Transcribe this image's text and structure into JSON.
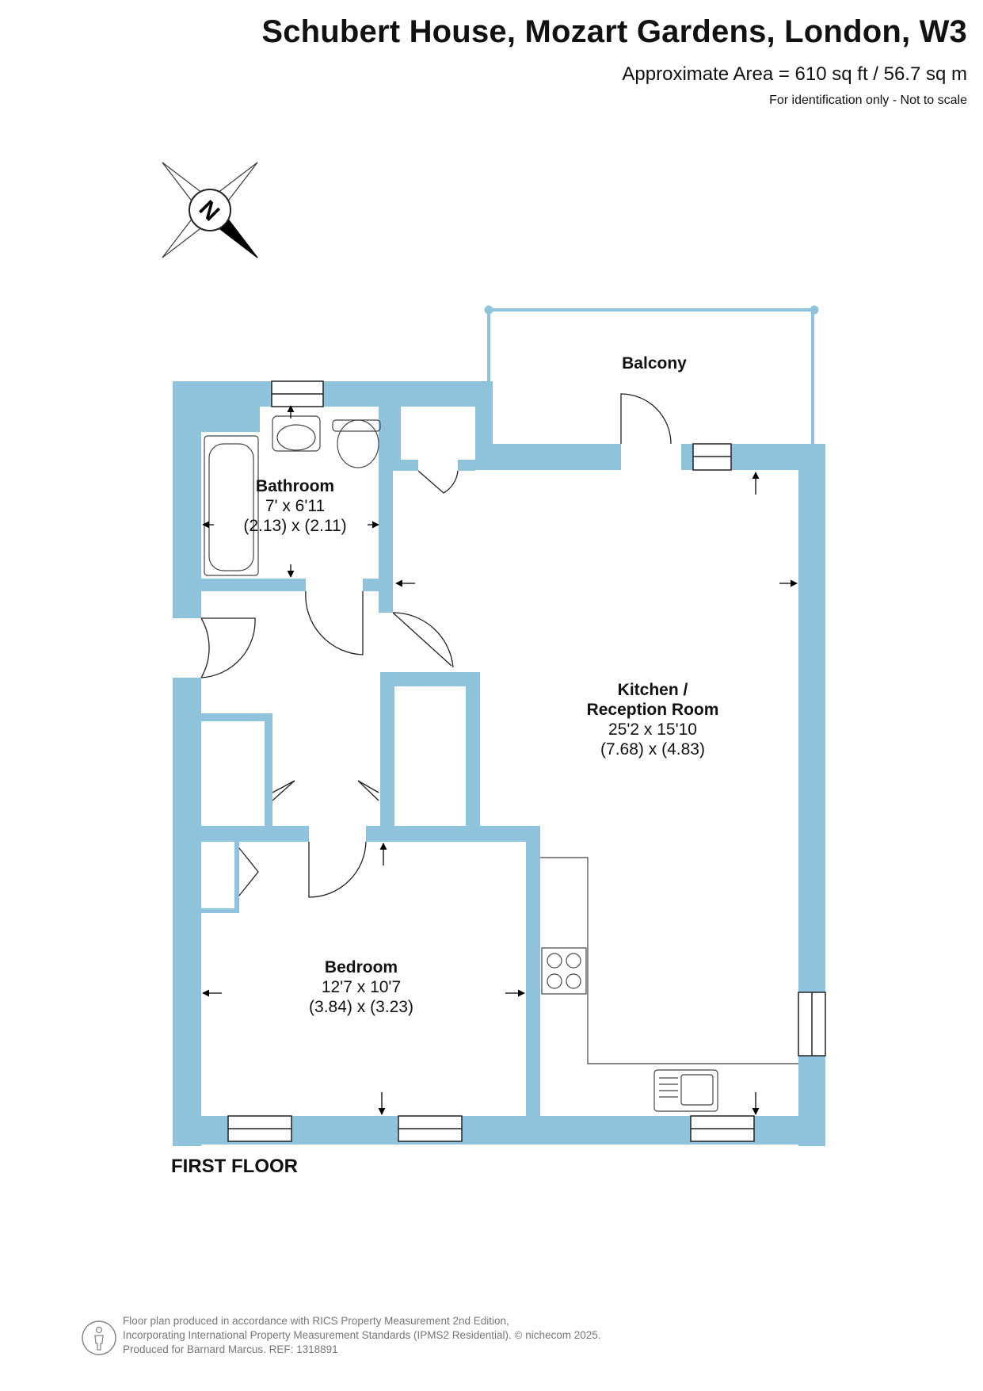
{
  "header": {
    "title": "Schubert House, Mozart Gardens, London, W3",
    "area": "Approximate Area = 610 sq ft / 56.7 sq m",
    "note": "For identification only - Not to scale"
  },
  "compass": {
    "letter": "N"
  },
  "rooms": {
    "balcony": {
      "name": "Balcony"
    },
    "bathroom": {
      "name": "Bathroom",
      "imperial": "7' x 6'11",
      "metric": "(2.13) x (2.11)"
    },
    "kitchen": {
      "name_line1": "Kitchen /",
      "name_line2": "Reception Room",
      "imperial": "25'2 x 15'10",
      "metric": "(7.68) x (4.83)"
    },
    "bedroom": {
      "name": "Bedroom",
      "imperial": "12'7 x 10'7",
      "metric": "(3.84) x (3.23)"
    }
  },
  "floor_label": "FIRST FLOOR",
  "footer": {
    "line1": "Floor plan produced in accordance with RICS Property Measurement 2nd Edition,",
    "line2": "Incorporating International Property Measurement Standards (IPMS2 Residential).   © nichecom 2025.",
    "line3": "Produced for Barnard Marcus.   REF:  1318891"
  },
  "colors": {
    "wall": "#8ec3db",
    "text": "#111111",
    "footer": "#777777"
  }
}
